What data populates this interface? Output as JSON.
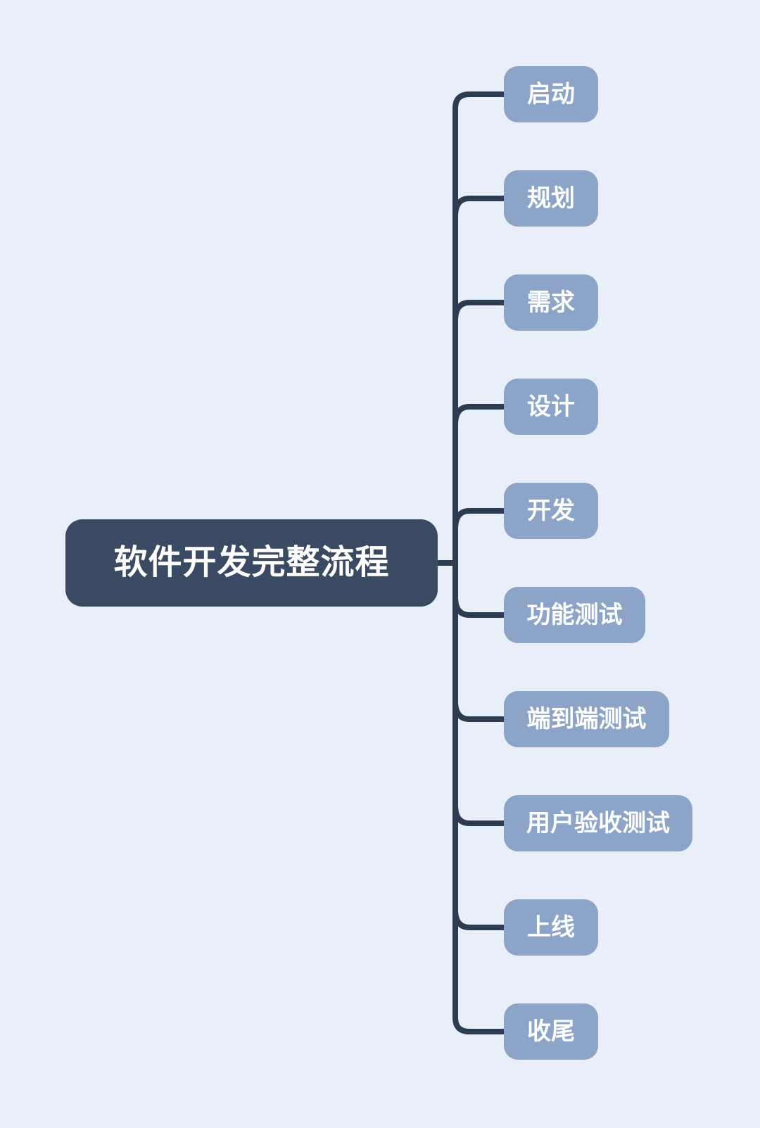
{
  "diagram": {
    "type": "mindmap",
    "orientation": "root-left-children-right"
  },
  "colors": {
    "background": "#e9eff8",
    "root_fill": "#3b4a63",
    "branch_fill": "#8ba4c8",
    "connector_line": "#2e3c52",
    "text": "#ffffff"
  },
  "root": {
    "label": "软件开发完整流程"
  },
  "branches": [
    {
      "label": "启动"
    },
    {
      "label": "规划"
    },
    {
      "label": "需求"
    },
    {
      "label": "设计"
    },
    {
      "label": "开发"
    },
    {
      "label": "功能测试"
    },
    {
      "label": "端到端测试"
    },
    {
      "label": "用户验收测试"
    },
    {
      "label": "上线"
    },
    {
      "label": "收尾"
    }
  ]
}
